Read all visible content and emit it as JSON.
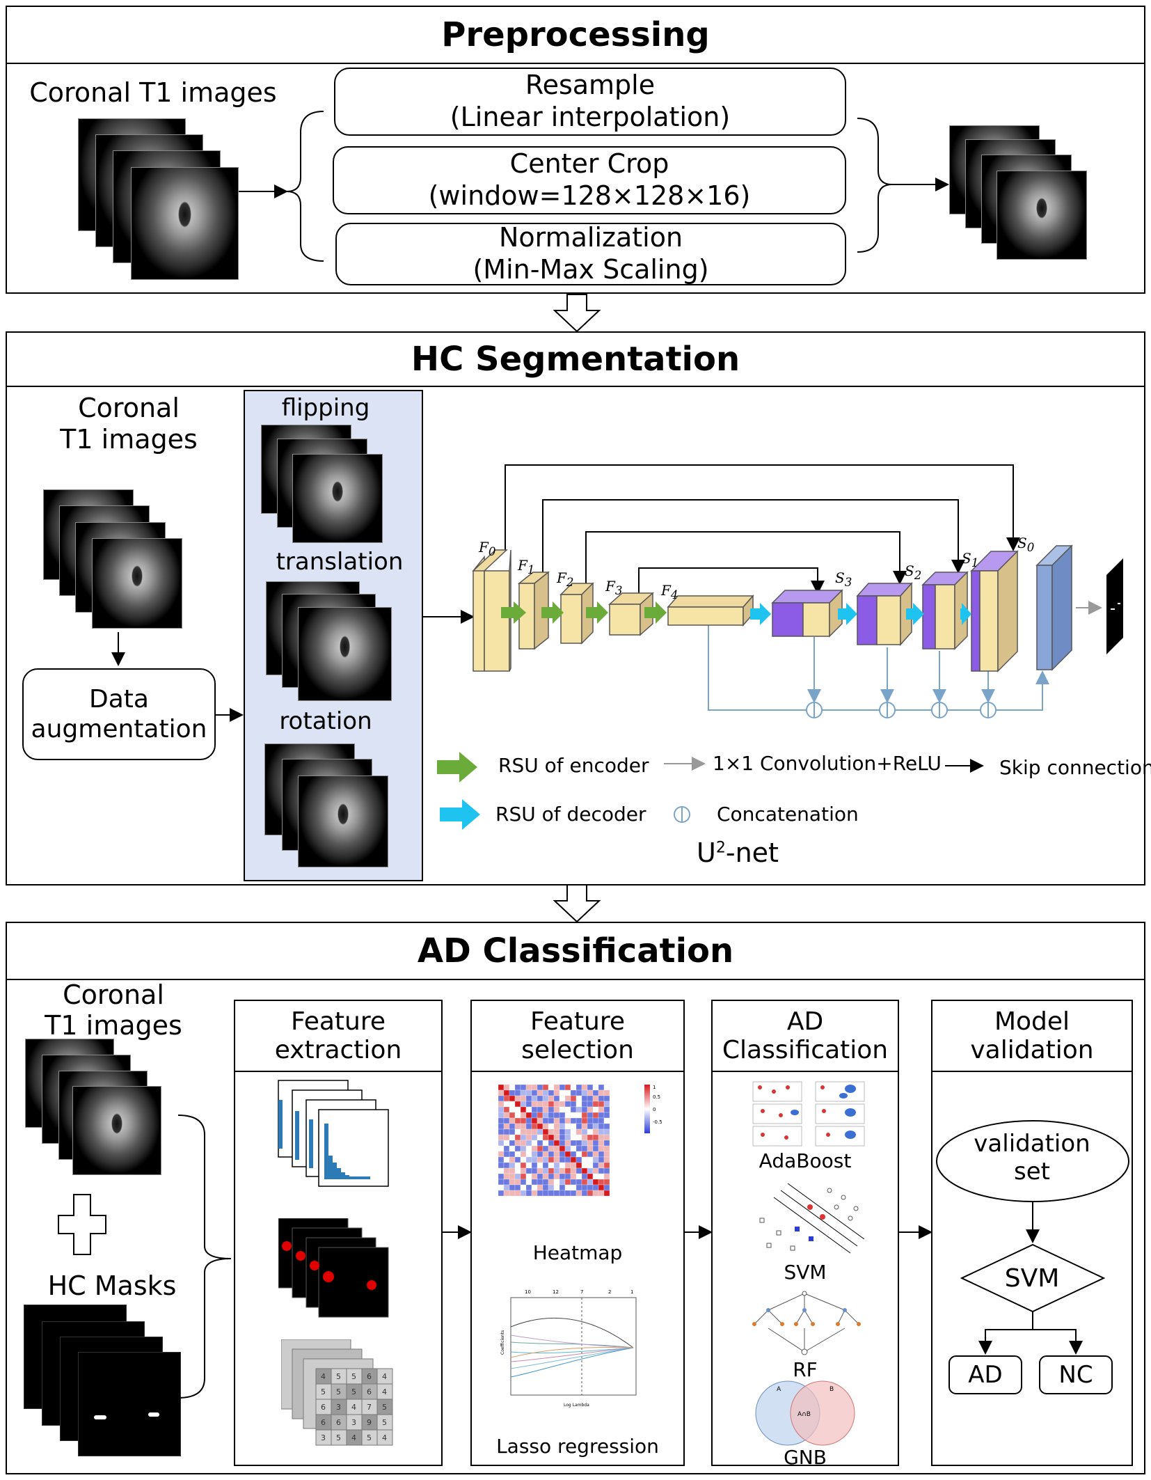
{
  "preprocessing": {
    "title": "Preprocessing",
    "input_label": "Coronal T1 images",
    "steps": [
      {
        "line1": "Resample",
        "line2": "(Linear interpolation)"
      },
      {
        "line1": "Center Crop",
        "line2": "(window=128×128×16)"
      },
      {
        "line1": "Normalization",
        "line2": "(Min-Max Scaling)"
      }
    ]
  },
  "segmentation": {
    "title": "HC Segmentation",
    "input_label_1": "Coronal",
    "input_label_2": "T1 images",
    "augmentation_label_1": "Data",
    "augmentation_label_2": "augmentation",
    "aug_types": [
      "flipping",
      "translation",
      "rotation"
    ],
    "net_name": "U",
    "net_sup": "2",
    "net_suffix": "-net",
    "encoder_labels": [
      "F",
      "F",
      "F",
      "F",
      "F"
    ],
    "encoder_subs": [
      "0",
      "1",
      "2",
      "3",
      "4"
    ],
    "decoder_labels": [
      "S",
      "S",
      "S",
      "S"
    ],
    "decoder_subs": [
      "3",
      "2",
      "1",
      "0"
    ],
    "legend": {
      "encoder": "RSU of encoder",
      "decoder": "RSU of decoder",
      "conv": "1×1 Convolution+ReLU",
      "concat": "Concatenation",
      "skip": "Skip connection"
    },
    "colors": {
      "encoder_arrow": "#6aab3a",
      "decoder_arrow": "#1fc3f0",
      "block_fill": "#f6e3a6",
      "block_purple": "#8d5ce6",
      "panel_fill": "#dce3f4",
      "line_blue": "#7aa3c8"
    }
  },
  "classification": {
    "title": "AD Classification",
    "input_label_1": "Coronal",
    "input_label_2": "T1 images",
    "mask_label": "HC Masks",
    "columns": [
      {
        "line1": "Feature",
        "line2": "extraction"
      },
      {
        "line1": "Feature",
        "line2": "selection"
      },
      {
        "line1": "AD",
        "line2": "Classification"
      },
      {
        "line1": "Model",
        "line2": "validation"
      }
    ],
    "selection_items": [
      "Heatmap",
      "Lasso regression"
    ],
    "classifiers": [
      "AdaBoost",
      "SVM",
      "RF",
      "GNB"
    ],
    "venn_labels": [
      "A",
      "B",
      "A∩B"
    ],
    "lasso_top_ticks": [
      "10",
      "12",
      "7",
      "2",
      "1"
    ],
    "lasso_ylabel": "Coefficients",
    "lasso_xlabel": "Log Lambda",
    "heatmap_scale": [
      "1",
      "0.5",
      "0",
      "-0.5"
    ],
    "validation": {
      "set_line1": "validation",
      "set_line2": "set",
      "model": "SVM",
      "outputs": [
        "AD",
        "NC"
      ]
    },
    "grid_values": [
      "4",
      "5",
      "5",
      "6",
      "4",
      "5",
      "5",
      "5",
      "6",
      "4",
      "6",
      "3",
      "4",
      "7",
      "5",
      "6",
      "6",
      "3",
      "9",
      "5",
      "3",
      "5",
      "4",
      "5"
    ]
  }
}
